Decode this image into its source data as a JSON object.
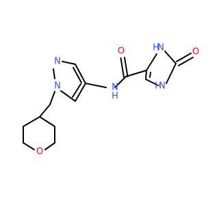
{
  "structure": {
    "atom_labels": {
      "o_carbonyl_amide": "O",
      "n_amide": "N",
      "h_amide": "H",
      "n_imidazole_top": "N",
      "h_imidazole_top": "H",
      "o_imidazolone": "O",
      "n_imidazole_bottom": "N",
      "h_imidazole_bottom": "H",
      "n_pyrazole_top": "N",
      "n_pyrazole_bottom": "N",
      "o_oxane": "O"
    },
    "colors": {
      "bond": "#000000",
      "nitrogen": "#3050F8",
      "oxygen": "#FF0D0D"
    }
  }
}
